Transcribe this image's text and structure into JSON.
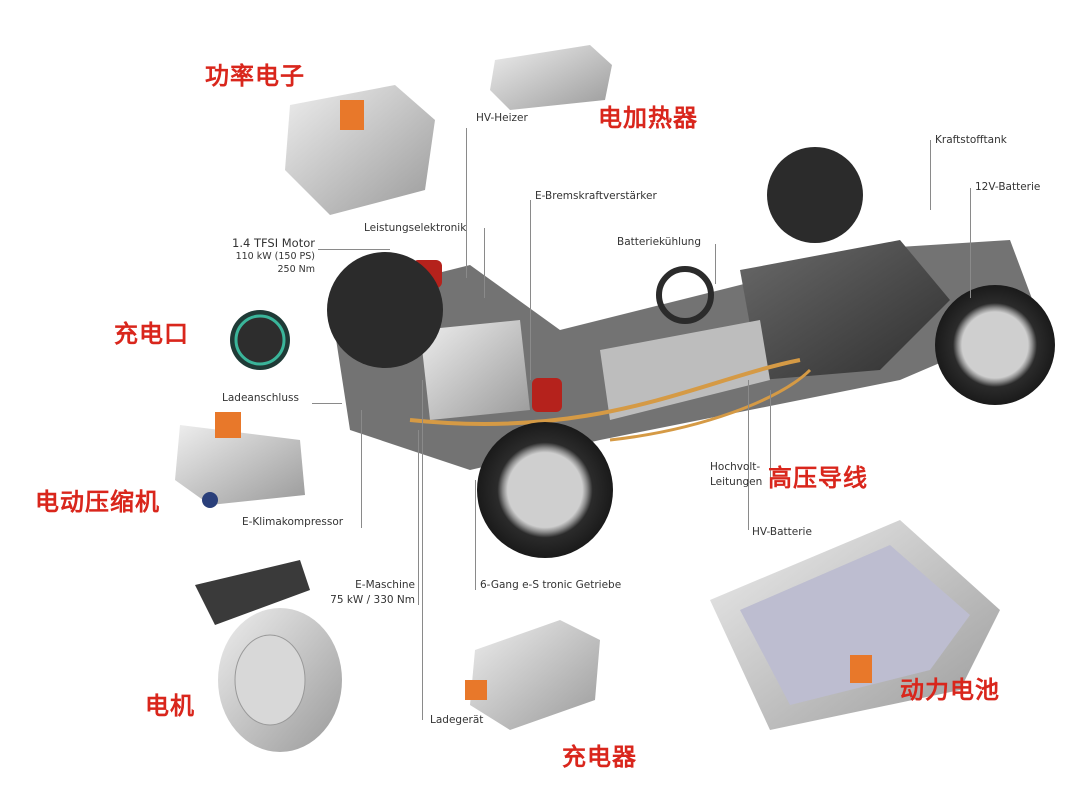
{
  "labels_cn": {
    "power_electronics": "功率电子",
    "electric_heater": "电加热器",
    "charging_port": "充电口",
    "electric_compressor": "电动压缩机",
    "motor": "电机",
    "charger": "充电器",
    "hv_cables": "高压导线",
    "power_battery": "动力电池"
  },
  "labels_de": {
    "hv_heizer": "HV-Heizer",
    "bremskraft": "E-Bremskraftverstärker",
    "leistungselektronik": "Leistungselektronik",
    "tfsi_line1": "1.4 TFSI Motor",
    "tfsi_line2": "110 kW (150 PS)",
    "tfsi_line3": "250 Nm",
    "batteriekuehlung": "Batteriekühlung",
    "kraftstofftank": "Kraftstofftank",
    "batterie_12v": "12V-Batterie",
    "ladeanschluss": "Ladeanschluss",
    "klimakompressor": "E-Klimakompressor",
    "emaschine_line1": "E-Maschine",
    "emaschine_line2": "75 kW / 330 Nm",
    "getriebe": "6-Gang e-S tronic Getriebe",
    "hochvolt_line1": "Hochvolt-",
    "hochvolt_line2": "Leitungen",
    "hv_batterie": "HV-Batterie",
    "ladegeraet": "Ladegerät"
  },
  "colors": {
    "label_red": "#d9261c",
    "accent_orange": "#e8782a",
    "chassis": "#4a4a4a"
  }
}
